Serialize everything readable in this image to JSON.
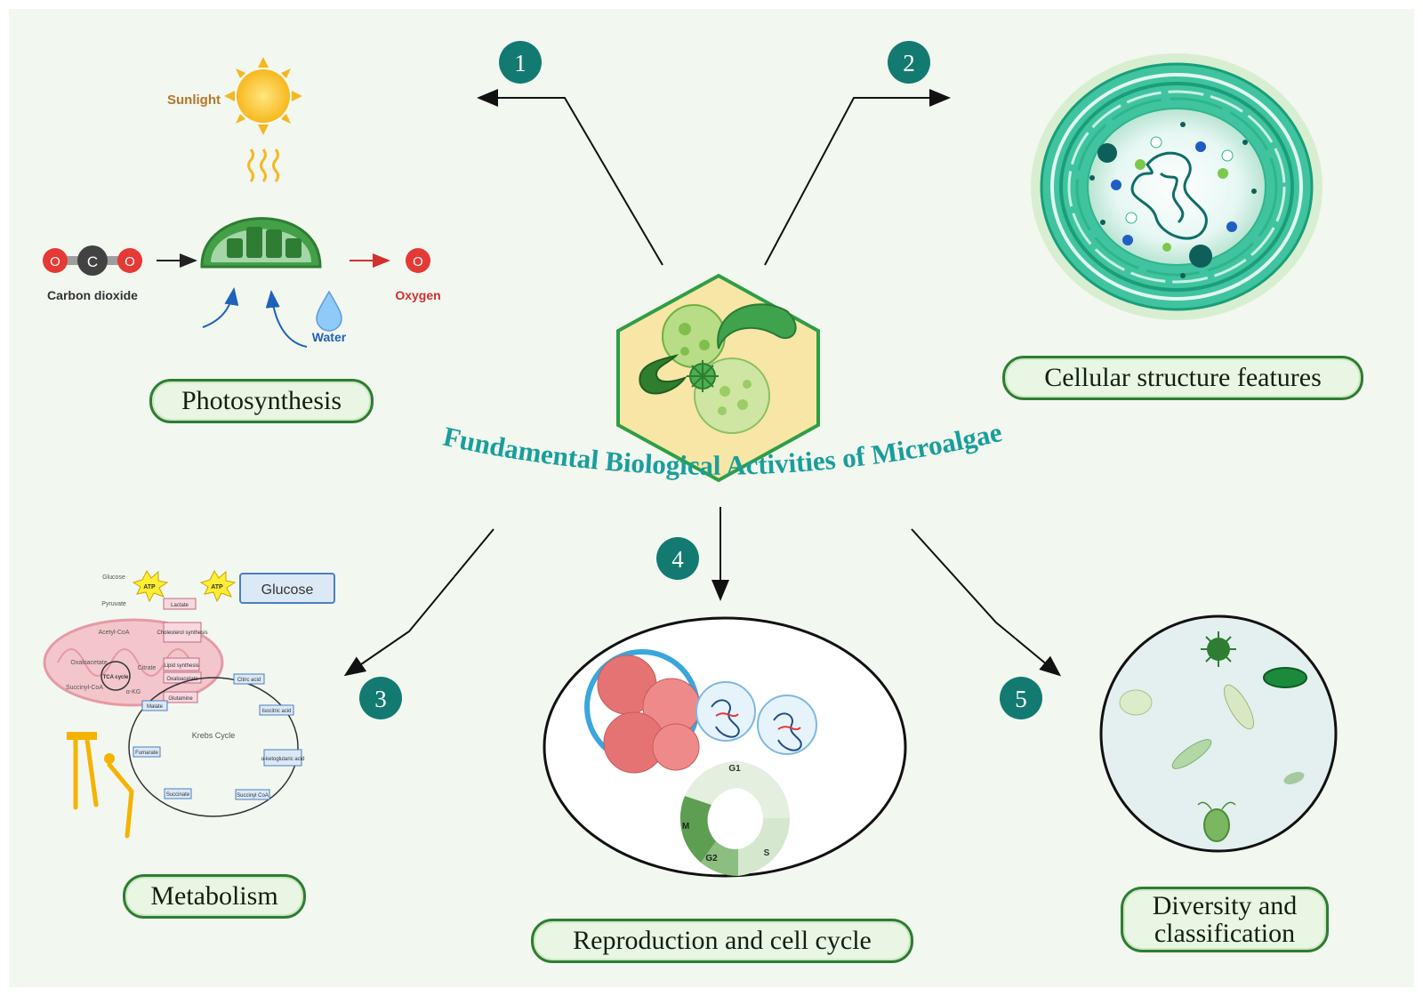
{
  "title": "Fundamental Biological Activities of Microalgae",
  "colors": {
    "background": "#f2f7f0",
    "teal": "#1a9e9a",
    "badge": "#137a72",
    "pill_border": "#2e7d32",
    "pill_fill": "#e9f6e4"
  },
  "activities": [
    {
      "number": "1",
      "label": "Photosynthesis"
    },
    {
      "number": "2",
      "label": "Cellular structure features"
    },
    {
      "number": "3",
      "label": "Metabolism"
    },
    {
      "number": "4",
      "label": "Reproduction and cell cycle"
    },
    {
      "number": "5",
      "label": "Diversity and classification"
    }
  ],
  "photosynthesis": {
    "sunlight": "Sunlight",
    "co2": "Carbon dioxide",
    "water": "Water",
    "oxygen": "Oxygen",
    "atom_o": "O",
    "atom_c": "C"
  },
  "metabolism": {
    "glucose_box": "Glucose",
    "krebs": "Krebs Cycle",
    "tca": "TCA cycle",
    "atp": "ATP",
    "pathway_labels": [
      "Glucose",
      "Pyruvate",
      "Acetyl-CoA",
      "Oxaloacetate",
      "Citrate",
      "Succinyl-CoA",
      "α-KG",
      "Lactate",
      "Cholesterol synthesis",
      "Lipid synthesis",
      "Oxaloacetate",
      "Glutamine",
      "Malate",
      "Fumarate",
      "Succinate",
      "Succinyl CoA",
      "Citric acid",
      "Isocitric acid",
      "α-ketoglutaric acid"
    ]
  },
  "cell_cycle": {
    "g1": "G1",
    "s": "S",
    "g2": "G2",
    "m": "M"
  }
}
